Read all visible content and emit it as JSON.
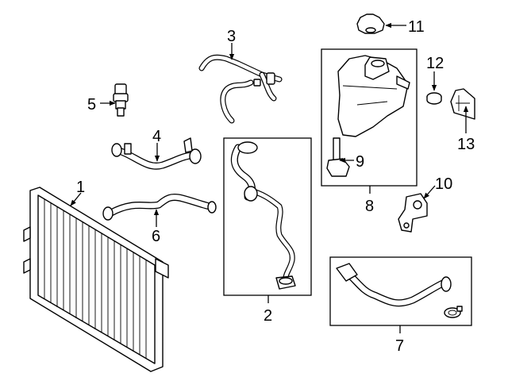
{
  "diagram": {
    "callouts": {
      "c1": "1",
      "c2": "2",
      "c3": "3",
      "c4": "4",
      "c5": "5",
      "c6": "6",
      "c7": "7",
      "c8": "8",
      "c9": "9",
      "c10": "10",
      "c11": "11",
      "c12": "12",
      "c13": "13"
    },
    "icon_style": "black line art on white",
    "colors": {
      "line": "#000000",
      "background": "#ffffff"
    }
  }
}
